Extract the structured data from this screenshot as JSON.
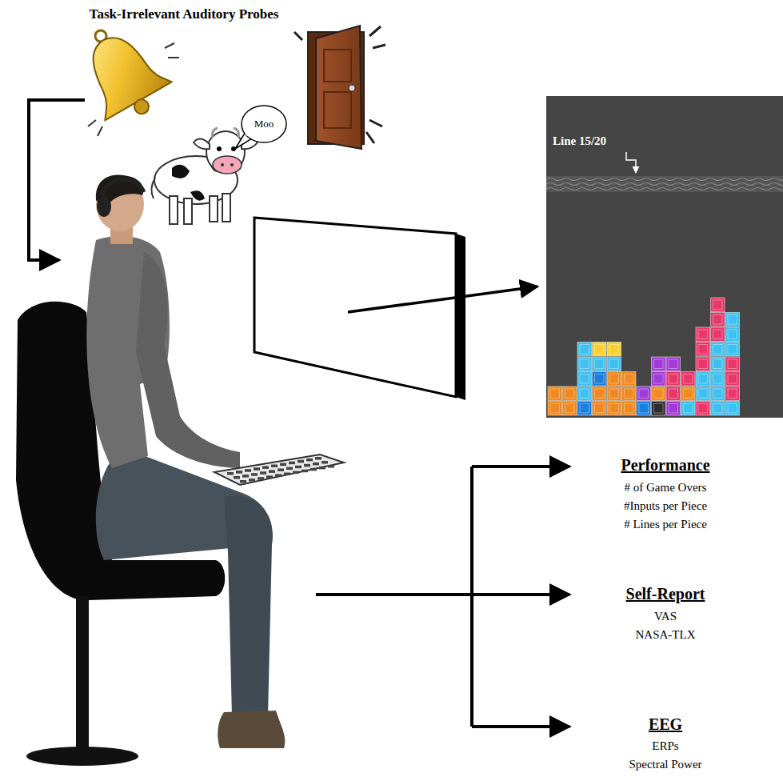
{
  "diagram": {
    "title": "Task-Irrelevant Auditory Probes",
    "nodes": [
      {
        "text": [
          "Moo"
        ]
      },
      {
        "text": [
          "Line 15/20"
        ]
      }
    ],
    "labels": [
      "Performance",
      "# of Game Overs",
      "#Inputs per Piece",
      "# Lines per Piece",
      "Self-Report",
      "VAS",
      "NASA-TLX",
      "EEG",
      "ERPs",
      "Spectral Power"
    ]
  }
}
